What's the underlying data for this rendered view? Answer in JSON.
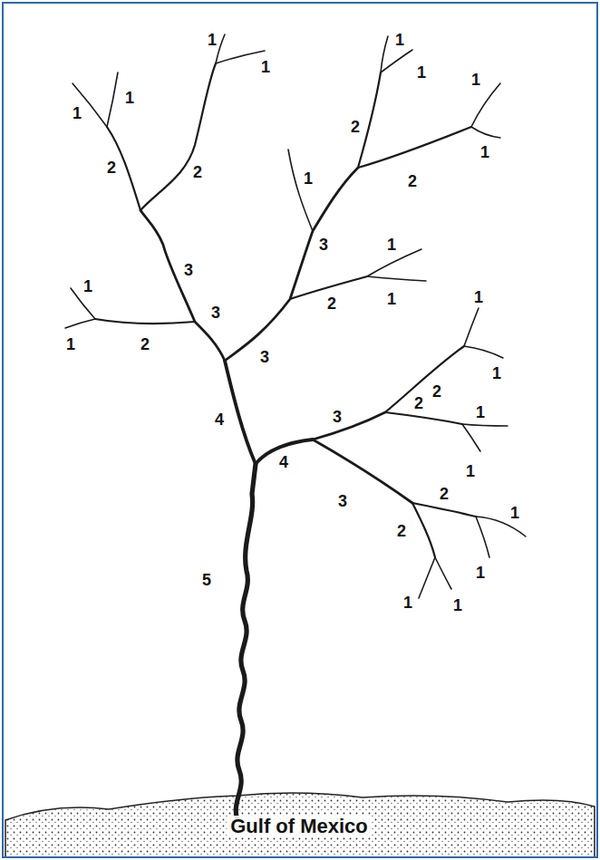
{
  "diagram": {
    "labels": [
      "1",
      "1",
      "1",
      "1",
      "1",
      "1",
      "1",
      "2",
      "1",
      "2",
      "2",
      "1",
      "2",
      "3",
      "1",
      "3",
      "1",
      "1",
      "1",
      "2",
      "3",
      "1",
      "2",
      "3",
      "1",
      "2",
      "2",
      "1",
      "4",
      "3",
      "4",
      "1",
      "2",
      "3",
      "1",
      "2",
      "1",
      "5",
      "1",
      "1",
      "Gulf of Mexico"
    ]
  }
}
